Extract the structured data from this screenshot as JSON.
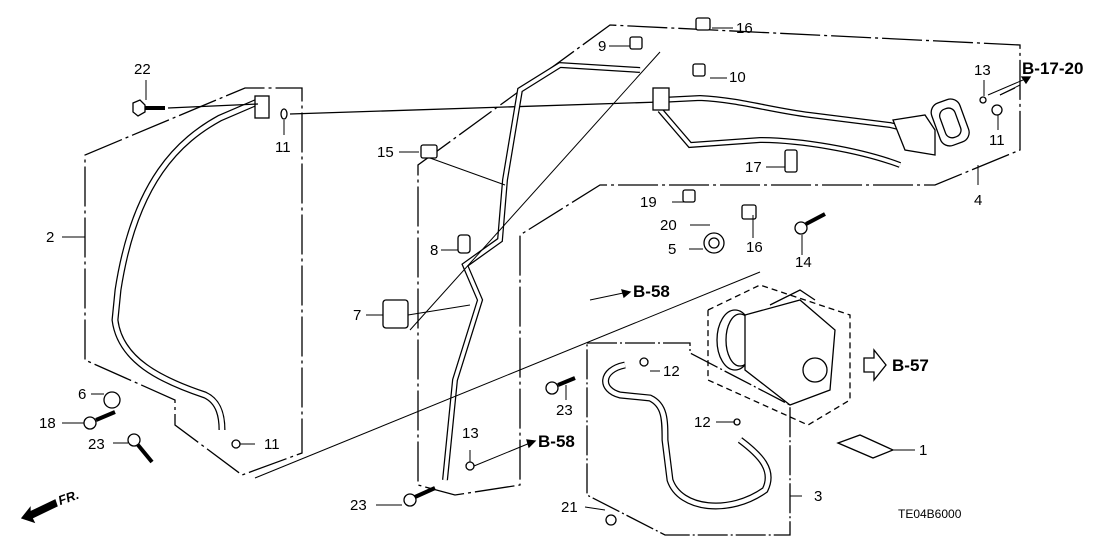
{
  "diagram": {
    "title_code": "TE04B6000",
    "front_indicator": "FR.",
    "part_labels": [
      {
        "id": "22",
        "text": "22"
      },
      {
        "id": "11a",
        "text": "11"
      },
      {
        "id": "2",
        "text": "2"
      },
      {
        "id": "15",
        "text": "15"
      },
      {
        "id": "9",
        "text": "9"
      },
      {
        "id": "16a",
        "text": "16"
      },
      {
        "id": "10",
        "text": "10"
      },
      {
        "id": "13a",
        "text": "13"
      },
      {
        "id": "11b",
        "text": "11"
      },
      {
        "id": "17",
        "text": "17"
      },
      {
        "id": "4",
        "text": "4"
      },
      {
        "id": "19",
        "text": "19"
      },
      {
        "id": "20",
        "text": "20"
      },
      {
        "id": "5",
        "text": "5"
      },
      {
        "id": "16b",
        "text": "16"
      },
      {
        "id": "14",
        "text": "14"
      },
      {
        "id": "8",
        "text": "8"
      },
      {
        "id": "7",
        "text": "7"
      },
      {
        "id": "12a",
        "text": "12"
      },
      {
        "id": "23a",
        "text": "23"
      },
      {
        "id": "12b",
        "text": "12"
      },
      {
        "id": "6",
        "text": "6"
      },
      {
        "id": "18",
        "text": "18"
      },
      {
        "id": "23b",
        "text": "23"
      },
      {
        "id": "11c",
        "text": "11"
      },
      {
        "id": "13b",
        "text": "13"
      },
      {
        "id": "23c",
        "text": "23"
      },
      {
        "id": "21",
        "text": "21"
      },
      {
        "id": "3",
        "text": "3"
      },
      {
        "id": "1",
        "text": "1"
      }
    ],
    "references": [
      {
        "id": "ref-b1720",
        "text": "B-17-20"
      },
      {
        "id": "ref-b58-top",
        "text": "B-58"
      },
      {
        "id": "ref-b58-bottom",
        "text": "B-58"
      },
      {
        "id": "ref-b57",
        "text": "B-57"
      }
    ]
  }
}
